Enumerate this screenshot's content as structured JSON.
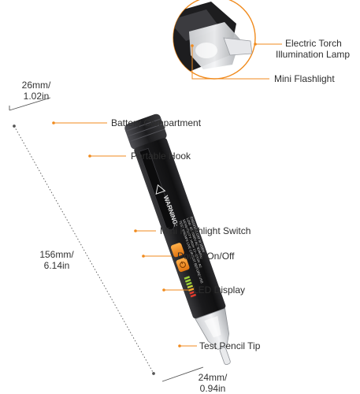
{
  "labels": {
    "torch_line1": "Electric Torch",
    "torch_line2": "Illumination Lamp",
    "mini_flashlight": "Mini Flashlight",
    "battery": "Battery Compartment",
    "hook": "Portable Hook",
    "flash_switch": "Mini Flashlight Switch",
    "power": "Power On/Off",
    "led": "LED Display",
    "tip": "Test Pencil Tip"
  },
  "dimensions": {
    "top_mm": "26mm/",
    "top_in": "1.02in",
    "length_mm": "156mm/",
    "length_in": "6.14in",
    "bottom_mm": "24mm/",
    "bottom_in": "0.94in"
  },
  "pen_text": {
    "warning": "WARNING:",
    "line1": "TEST KNOWN LIVE CIRCUIT BEFORE USE",
    "line2": "SENSITIVITY: HIGH 12~1000V AC",
    "line3": "LOW: 48~1000V AC 50/60Hz",
    "line4": "EN61010-1 CAT III 1000V"
  },
  "colors": {
    "accent": "#f08a1c",
    "body": "#1b1b1d",
    "led_green": "#9bd13a",
    "led_red": "#e23b2e"
  }
}
